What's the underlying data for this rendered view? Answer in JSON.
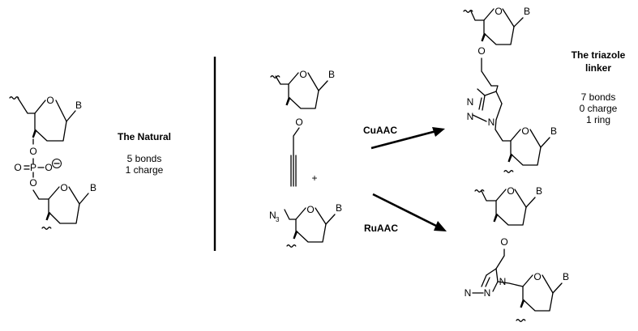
{
  "atoms": {
    "B": "B",
    "O": "O",
    "P": "P",
    "N": "N",
    "N3_main": "N",
    "N3_sub": "3",
    "minus": "−",
    "plus": "+"
  },
  "natural": {
    "title": "The Natural",
    "line1": "5 bonds",
    "line2": "1 charge"
  },
  "triazole": {
    "title_line1": "The triazole",
    "title_line2": "linker",
    "line1": "7 bonds",
    "line2": "0 charge",
    "line3": "1 ring"
  },
  "reactions": {
    "cuaac": "CuAAC",
    "ruaac": "RuAAC"
  },
  "colors": {
    "ink": "#000000",
    "background": "#ffffff"
  }
}
